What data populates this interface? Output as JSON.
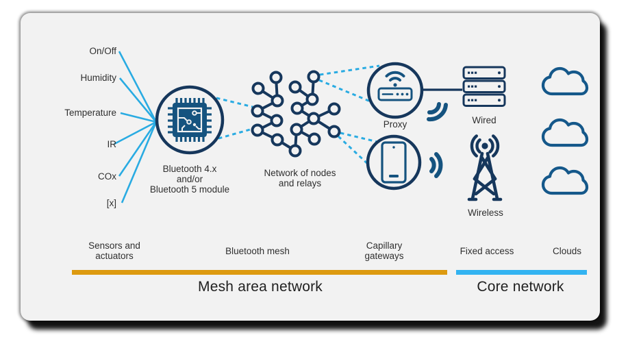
{
  "diagram": {
    "sensor_inputs": [
      "On/Off",
      "Humidity",
      "Temperature",
      "IR",
      "COx",
      "[x]"
    ],
    "bluetooth_module_caption": [
      "Bluetooth 4.x",
      "and/or",
      "Bluetooth 5 module"
    ],
    "mesh_caption": [
      "Network of nodes",
      "and relays"
    ],
    "proxy_label": "Proxy",
    "wired_label": "Wired",
    "wireless_label": "Wireless",
    "column_captions": {
      "sensors_line1": "Sensors and",
      "sensors_line2": "actuators",
      "bluetooth_mesh": "Bluetooth mesh",
      "capillary_line1": "Capillary",
      "capillary_line2": "gateways",
      "fixed_access": "Fixed access",
      "clouds": "Clouds"
    },
    "regions": {
      "mesh_area_network": "Mesh area network",
      "core_network": "Core network"
    },
    "colors": {
      "navy": "#16375c",
      "device_icon_blue": "#15537f",
      "link_light_blue": "#29abe2",
      "mesh_area_bar": "#dd9a10",
      "core_network_bar": "#33b3f1",
      "card_background": "#f2f2f2",
      "text": "#2f2f2f"
    }
  }
}
